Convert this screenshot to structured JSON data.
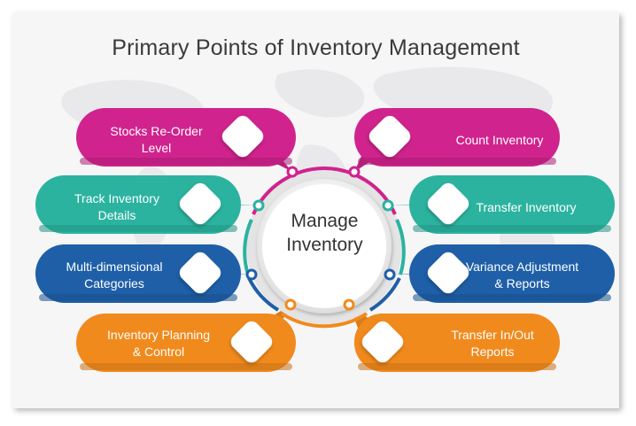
{
  "title": "Primary Points of Inventory Management",
  "center": {
    "line1": "Manage",
    "line2": "Inventory"
  },
  "items": [
    {
      "id": "stocks-reorder",
      "line1": "Stocks Re-Order",
      "line2": "Level",
      "color": "#d0238d"
    },
    {
      "id": "count-inventory",
      "line1": "Count Inventory",
      "line2": "",
      "color": "#d0238d"
    },
    {
      "id": "track-inventory",
      "line1": "Track Inventory",
      "line2": "Details",
      "color": "#2bb3a0"
    },
    {
      "id": "transfer-inventory",
      "line1": "Transfer Inventory",
      "line2": "",
      "color": "#2bb3a0"
    },
    {
      "id": "multi-dimensional",
      "line1": "Multi-dimensional",
      "line2": "Categories",
      "color": "#1e5fa8"
    },
    {
      "id": "variance-adjustment",
      "line1": "Variance Adjustment",
      "line2": "& Reports",
      "color": "#1e5fa8"
    },
    {
      "id": "inventory-planning",
      "line1": "Inventory Planning",
      "line2": "& Control",
      "color": "#f18a1c"
    },
    {
      "id": "transfer-in-out",
      "line1": "Transfer In/Out",
      "line2": "Reports",
      "color": "#f18a1c"
    }
  ]
}
